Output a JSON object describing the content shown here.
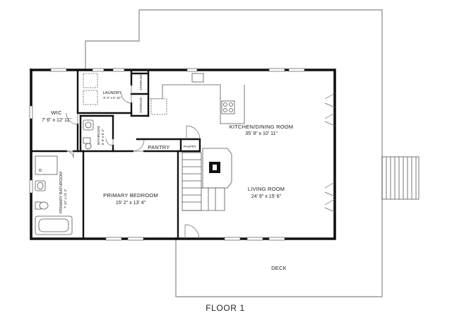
{
  "floor_label": "FLOOR 1",
  "rooms": {
    "wic": {
      "name": "WIC",
      "dims": "7' 6\" x 12' 11\""
    },
    "laundry": {
      "name": "LAUNDRY",
      "dims": "8' 3\" x 6' 10\""
    },
    "storage_1": {
      "name": "STORAGE"
    },
    "storage_2": {
      "name": "STORAGE"
    },
    "bathroom": {
      "name": "BATHROOM",
      "dims": "6' 6\" x 5' 4\""
    },
    "pantry_large": {
      "name": "PANTRY"
    },
    "pantry_small": {
      "name": "PANTRY"
    },
    "kitchen_dining": {
      "name": "KITCHEN/DINING ROOM",
      "dims": "35' 9\" x 10' 11\""
    },
    "primary_bathroom": {
      "name": "PRIMARY BATHROOM",
      "dims": "7' 10\" x 13' 4\""
    },
    "primary_bedroom": {
      "name": "PRIMARY BEDROOM",
      "dims": "15' 2\" x 13' 4\""
    },
    "living_room": {
      "name": "LIVING ROOM",
      "dims": "24' 9\" x 15' 6\""
    },
    "deck": {
      "name": "DECK"
    }
  }
}
